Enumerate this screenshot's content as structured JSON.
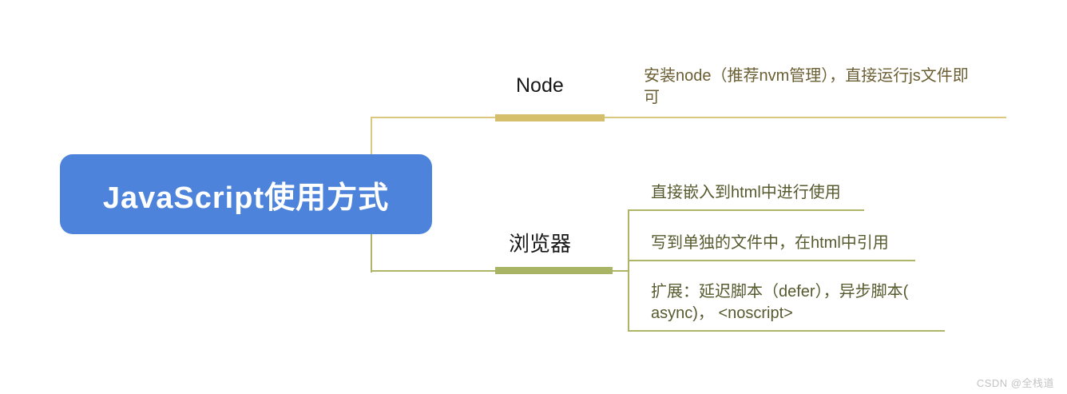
{
  "root": {
    "label": "JavaScript使用方式"
  },
  "branches": [
    {
      "label": "Node",
      "leaves": [
        {
          "lines": [
            "安装node（推荐nvm管理），直接运行js文件即",
            "可"
          ]
        }
      ]
    },
    {
      "label": "浏览器",
      "leaves": [
        {
          "lines": [
            "直接嵌入到html中进行使用"
          ]
        },
        {
          "lines": [
            "写到单独的文件中，在html中引用"
          ]
        },
        {
          "lines": [
            "扩展：延迟脚本（defer），异步脚本(",
            "async)， <noscript>"
          ]
        }
      ]
    }
  ],
  "watermark": {
    "text": "CSDN @全栈道"
  },
  "colors": {
    "root_fill": "#4d83da",
    "root_text": "#ffffff",
    "node_branch": "#d5bf6c",
    "node_leaf_text": "#6b5e33",
    "browser_branch": "#a9b564",
    "browser_leaf_text": "#565a2e",
    "label_text": "#171717",
    "watermark_text": "#c3c3c3"
  }
}
